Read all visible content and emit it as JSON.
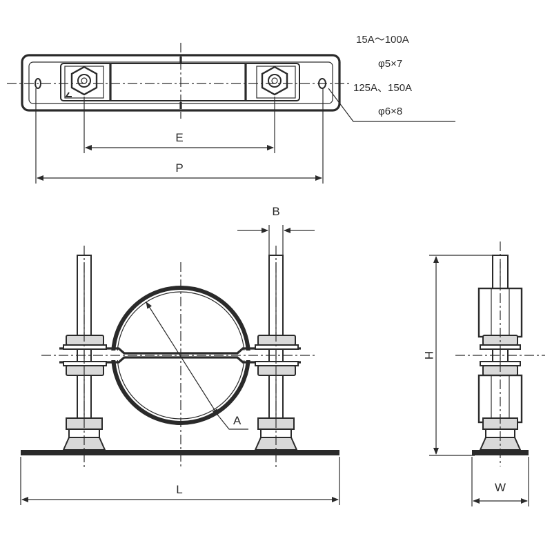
{
  "labels": {
    "E": "E",
    "P": "P",
    "B": "B",
    "A": "A",
    "H": "H",
    "L": "L",
    "W": "W"
  },
  "notes": {
    "range1": "15A～100A",
    "hole1": "φ5×7",
    "range2": "125A、150A",
    "hole2": "φ6×8"
  }
}
